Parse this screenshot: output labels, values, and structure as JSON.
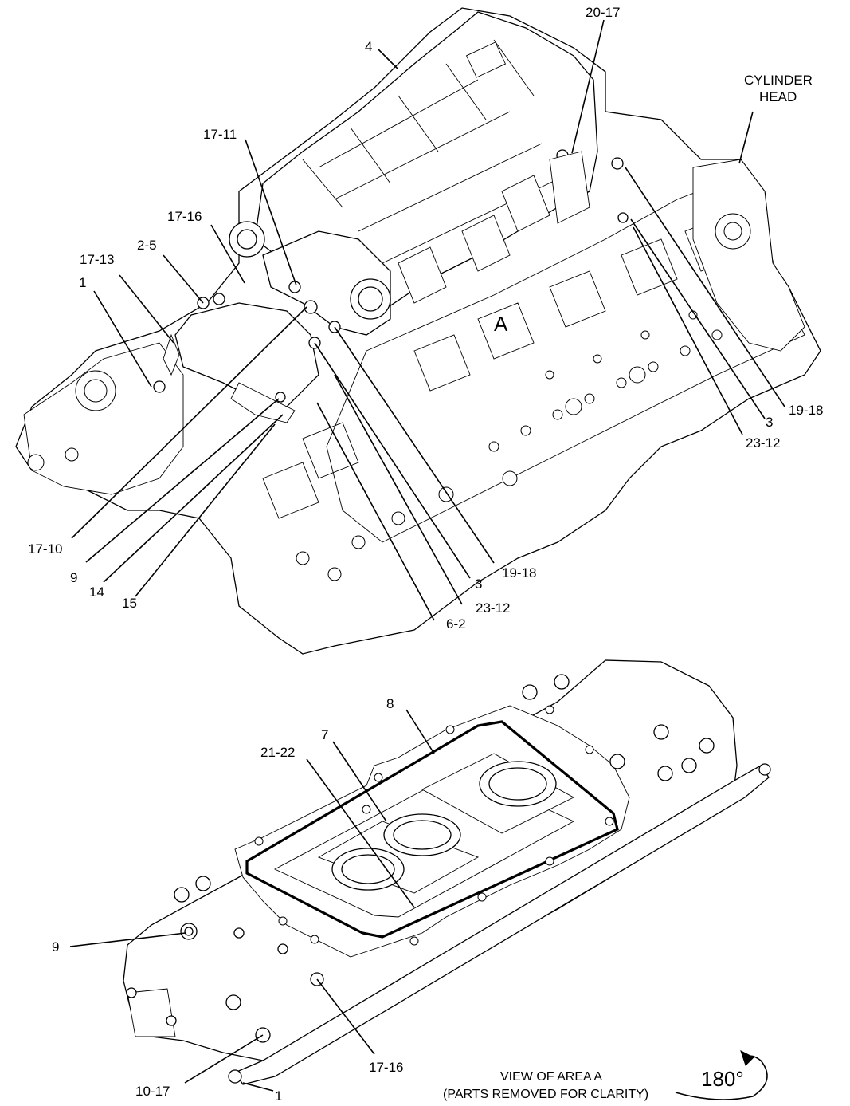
{
  "labels": {
    "l_20_17": "20-17",
    "l_4": "4",
    "l_cyl_1": "CYLINDER",
    "l_cyl_2": "HEAD",
    "l_17_11": "17-11",
    "l_17_16_top": "17-16",
    "l_2_5": "2-5",
    "l_17_13": "17-13",
    "l_1_top": "1",
    "l_A": "A",
    "l_19_18_right": "19-18",
    "l_3_right": "3",
    "l_23_12_right": "23-12",
    "l_17_10": "17-10",
    "l_9_top": "9",
    "l_14": "14",
    "l_15": "15",
    "l_19_18_mid": "19-18",
    "l_3_mid": "3",
    "l_23_12_mid": "23-12",
    "l_6_2": "6-2",
    "l_8": "8",
    "l_7": "7",
    "l_21_22": "21-22",
    "l_9_bot": "9",
    "l_17_16_bot": "17-16",
    "l_10_17": "10-17",
    "l_1_bot": "1",
    "note_1": "VIEW OF AREA A",
    "note_2": "(PARTS REMOVED FOR CLARITY)",
    "rotation": "180°"
  }
}
